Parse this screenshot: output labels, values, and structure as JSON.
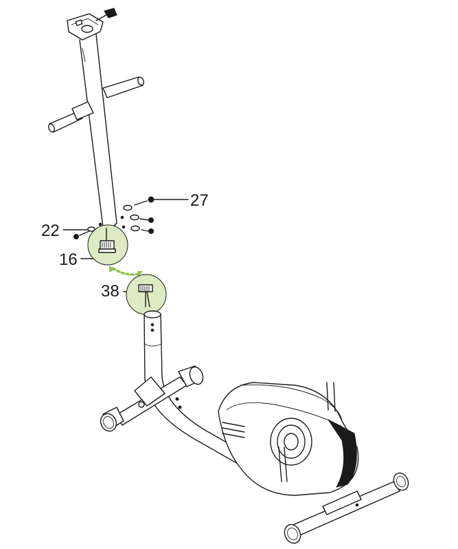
{
  "callouts": {
    "part_27": "27",
    "part_22": "22",
    "part_16": "16",
    "part_38": "38"
  },
  "colors": {
    "highlight_fill": "#dcebc2",
    "connector_dots": "#8fc04a",
    "line": "#1a1a1a"
  }
}
